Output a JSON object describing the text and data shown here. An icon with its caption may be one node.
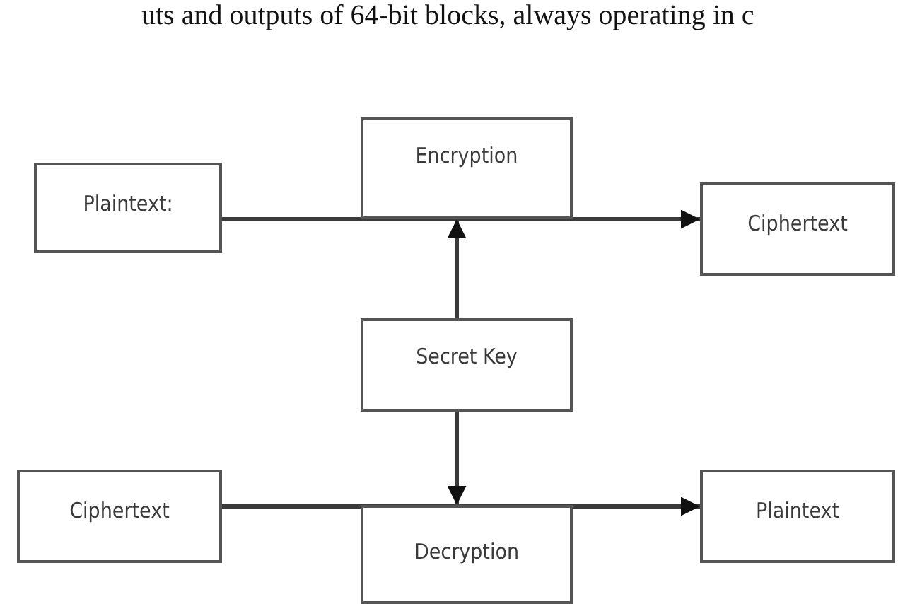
{
  "diagram": {
    "nodes": [
      {
        "text": [
          "Encryption"
        ]
      },
      {
        "text": [
          "Plaintext:"
        ]
      },
      {
        "text": [
          "Ciphertext"
        ]
      },
      {
        "text": [
          "Secret Key"
        ]
      },
      {
        "text": [
          "Ciphertext"
        ]
      },
      {
        "text": [
          "Decryption"
        ]
      },
      {
        "text": [
          "Plaintext"
        ]
      }
    ],
    "edges": [
      {
        "from": 1,
        "to": 2,
        "arrow": "to"
      },
      {
        "from": 3,
        "to": 0,
        "arrow": "to"
      },
      {
        "from": 3,
        "to": 5,
        "arrow": "to"
      },
      {
        "from": 4,
        "to": 6,
        "arrow": "to"
      }
    ],
    "labels": [
      "uts and outputs of 64-bit blocks, always operating in c"
    ]
  }
}
